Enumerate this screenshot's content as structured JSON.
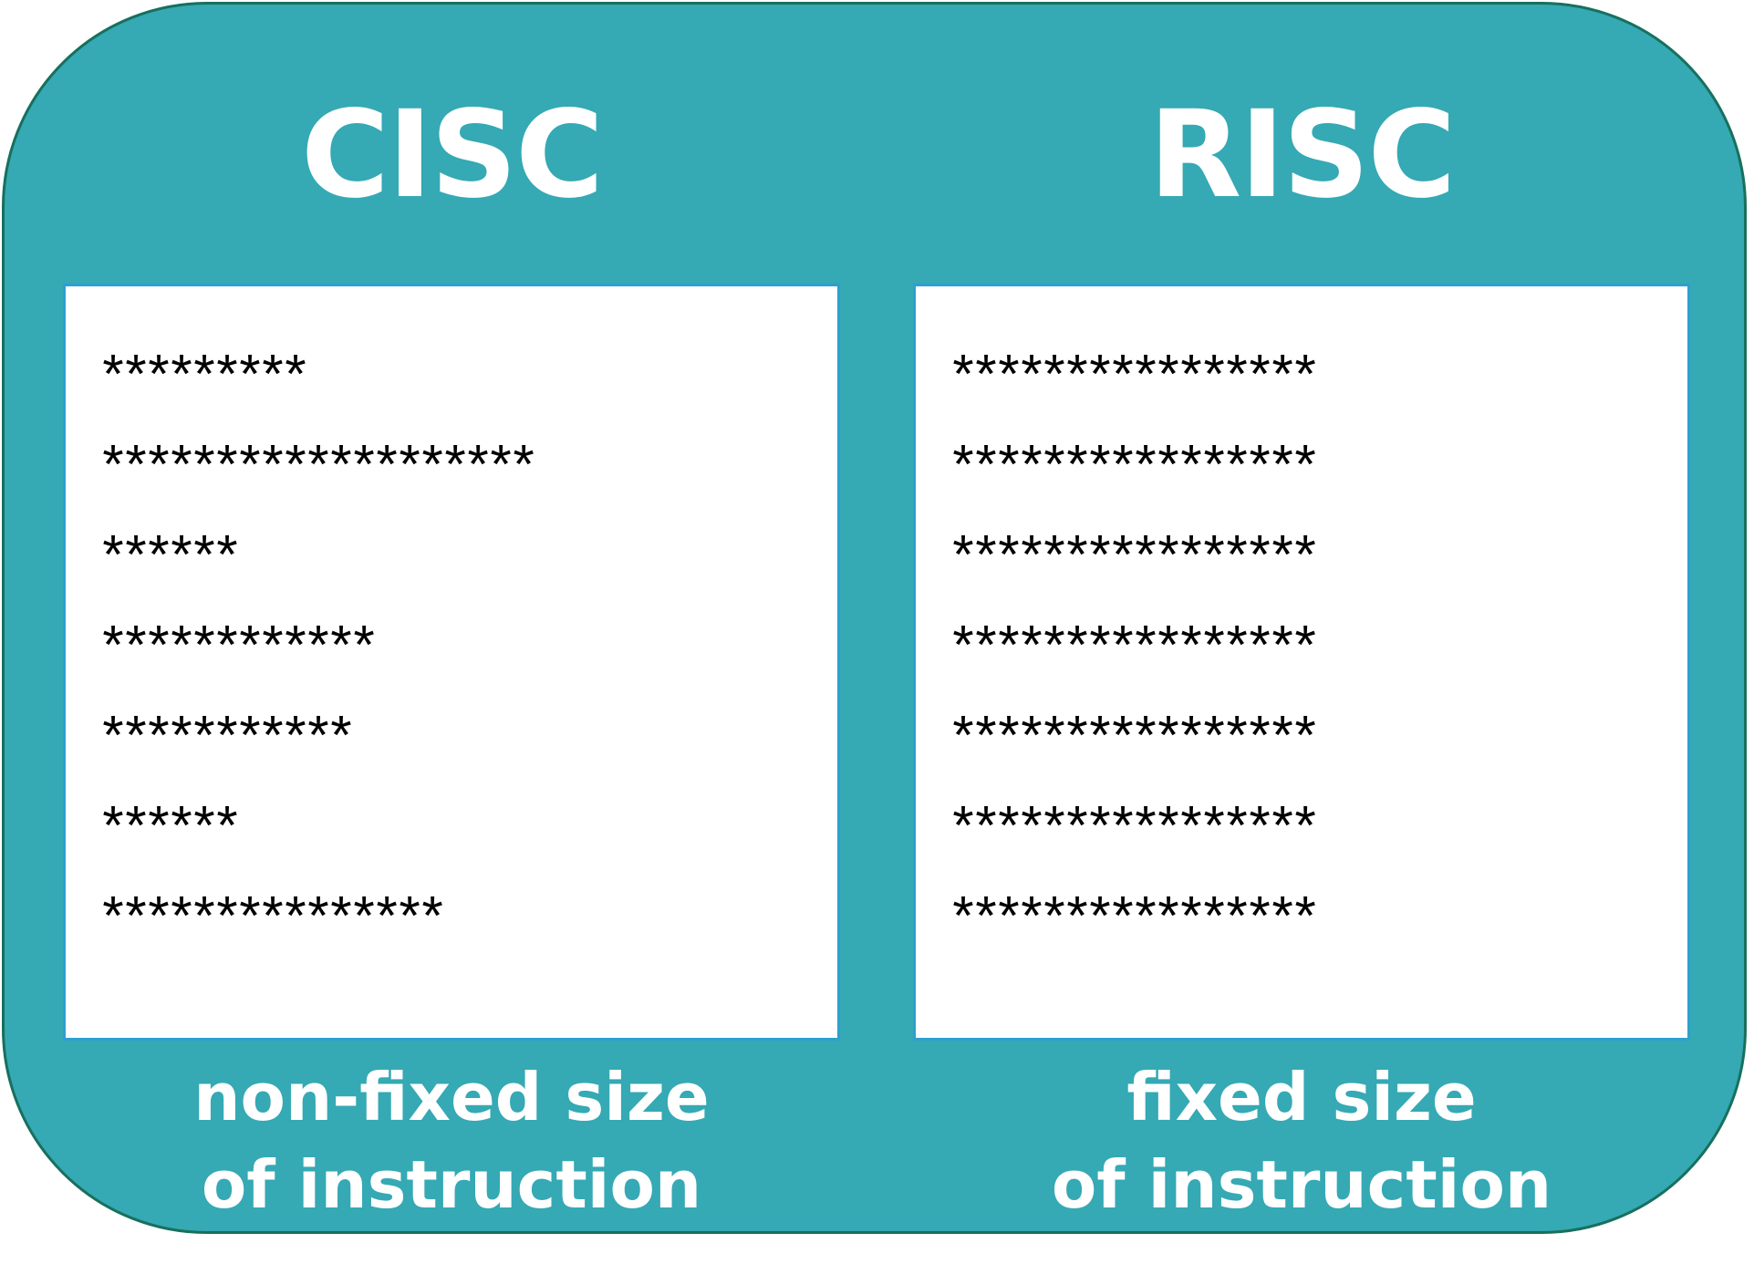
{
  "cisc": {
    "title": "CISC",
    "lines": [
      "*********",
      "*******************",
      "******",
      "************",
      "***********",
      "******",
      "***************"
    ],
    "caption_line1": "non-fixed size",
    "caption_line2": "of instruction"
  },
  "risc": {
    "title": "RISC",
    "lines": [
      "****************",
      "****************",
      "****************",
      "****************",
      "****************",
      "****************",
      "****************"
    ],
    "caption_line1": "fixed size",
    "caption_line2": "of instruction"
  },
  "colors": {
    "panel_fill": "#35a9b4",
    "panel_border": "#17705d",
    "box_border": "#2da0d0",
    "text_light": "#ffffff",
    "text_dark": "#000000"
  }
}
